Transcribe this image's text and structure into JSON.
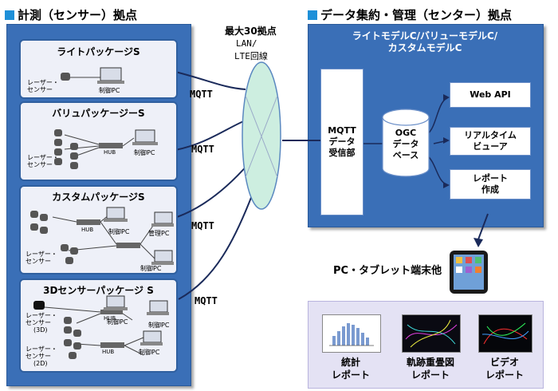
{
  "left_header": "計測（センサー）拠点",
  "right_header": "データ集約・管理（センター）拠点",
  "max_sites": "最大30拠点",
  "network_label_1": "LAN/",
  "network_label_2": "LTE回線",
  "mqtt": "MQTT",
  "packages": {
    "lite": {
      "title": "ライトパッケージS",
      "sensor_1": "レーザー・",
      "sensor_2": "センサー",
      "pc": "制御PC"
    },
    "value": {
      "title": "バリュパッケージーS",
      "sensor_1": "レーザー・",
      "sensor_2": "センサー",
      "hub": "HUB",
      "pc": "制御PC"
    },
    "custom": {
      "title": "カスタムパッケージS",
      "sensor_1": "レーザー・",
      "sensor_2": "センサー",
      "hub": "HUB",
      "pc_1": "制御PC",
      "pc_2": "管理PC",
      "pc_3": "制御PC"
    },
    "threed": {
      "title": "3Dセンサーパッケージ S",
      "sensor3d_1": "レーザー・",
      "sensor3d_2": "センサー",
      "sensor3d_3": "(3D)",
      "sensor2d_1": "レーザー・",
      "sensor2d_2": "センサー",
      "sensor2d_3": "(2D)",
      "hub_1": "HUB",
      "hub_2": "HUB",
      "pc_1": "制御PC",
      "pc_2": "制御PC",
      "pc_3": "制御PC"
    }
  },
  "center": {
    "models_1": "ライトモデルC/バリューモデルC/",
    "models_2": "カスタムモデルC",
    "receiver_1": "MQTT",
    "receiver_2": "データ",
    "receiver_3": "受信部",
    "db_1": "OGC",
    "db_2": "データ",
    "db_3": "ベース",
    "webapi": "Web API",
    "realtime_1": "リアルタイム",
    "realtime_2": "ビューア",
    "report_1": "レポート",
    "report_2": "作成"
  },
  "clients": "PC・タブレット端末他",
  "reports": {
    "stats_1": "統計",
    "stats_2": "レポート",
    "track_1": "軌跡重畳図",
    "track_2": "レポート",
    "video_1": "ビデオ",
    "video_2": "レポート"
  },
  "colors": {
    "panel": "#3a6fb7",
    "accent_square": "#1e90d8",
    "cloud": "#cdeee0",
    "report_bg": "#e4e2f4"
  }
}
